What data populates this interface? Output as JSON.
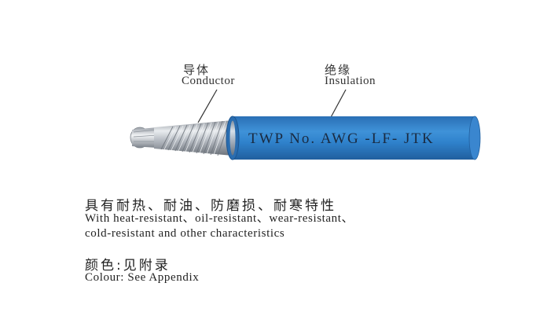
{
  "callouts": {
    "conductor": {
      "cn": "导体",
      "en": "Conductor"
    },
    "insulation": {
      "cn": "绝缘",
      "en": "Insulation"
    }
  },
  "wire": {
    "marking": "TWP  No. AWG  -LF- JTK",
    "insulation_color": "#2f7fc6",
    "conductor_color": "#c8ccd2"
  },
  "features": {
    "cn": "具有耐热、耐油、防磨损、耐寒特性",
    "en_line1": "With heat-resistant、oil-resistant、wear-resistant、",
    "en_line2": "cold-resistant  and  other  characteristics"
  },
  "colour": {
    "cn": "颜色:见附录",
    "en": "Colour: See Appendix"
  }
}
